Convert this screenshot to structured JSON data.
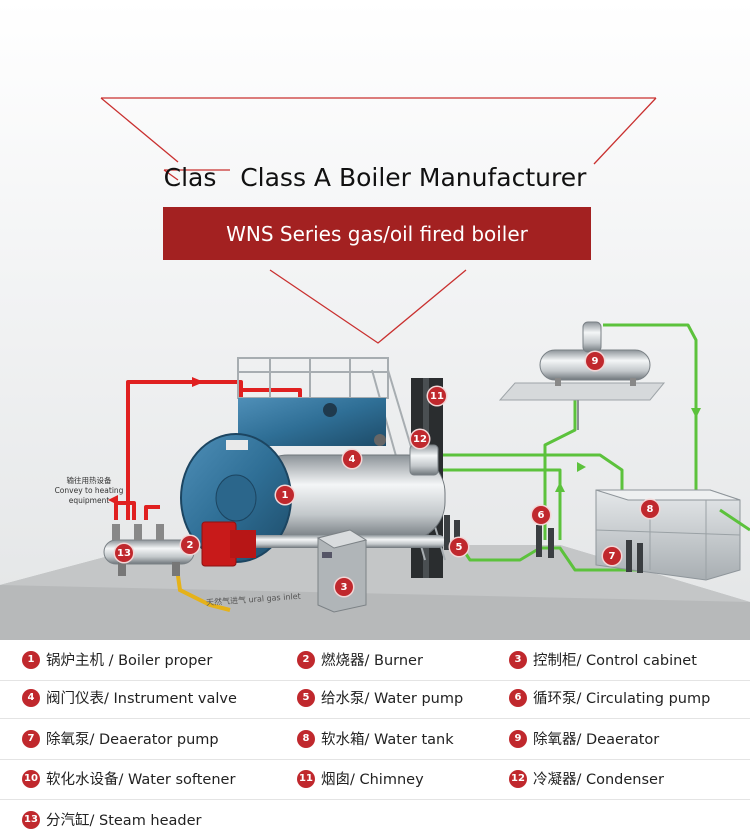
{
  "header": {
    "title": "Clas   Class A Boiler Manufacturer",
    "banner": "WNS Series gas/oil fired boiler"
  },
  "diagram": {
    "convey_cn": "输往用热设备",
    "convey_en": "Convey to heating equipment",
    "gas_inlet": "天然气进气 ural gas inlet",
    "markers": [
      "1",
      "2",
      "3",
      "4",
      "5",
      "6",
      "7",
      "8",
      "9",
      "11",
      "12",
      "13"
    ]
  },
  "legend": [
    {
      "num": "1",
      "label": "锅炉主机 / Boiler proper"
    },
    {
      "num": "2",
      "label": "燃烧器/ Burner"
    },
    {
      "num": "3",
      "label": "控制柜/ Control cabinet"
    },
    {
      "num": "4",
      "label": "阀门仪表/ Instrument valve"
    },
    {
      "num": "5",
      "label": "给水泵/ Water pump"
    },
    {
      "num": "6",
      "label": "循环泵/ Circulating pump"
    },
    {
      "num": "7",
      "label": "除氧泵/ Deaerator pump"
    },
    {
      "num": "8",
      "label": "软水箱/ Water tank"
    },
    {
      "num": "9",
      "label": "除氧器/ Deaerator"
    },
    {
      "num": "10",
      "label": "软化水设备/ Water softener"
    },
    {
      "num": "11",
      "label": "烟囱/ Chimney"
    },
    {
      "num": "12",
      "label": "冷凝器/ Condenser"
    },
    {
      "num": "13",
      "label": "分汽缸/ Steam header"
    }
  ],
  "colors": {
    "accent_red": "#a32121",
    "marker_red": "#c0282d",
    "pipe_red": "#e02020",
    "pipe_green": "#5cc23c",
    "boiler_blue": "#2f6f96",
    "floor_gray": "#b7b9ba"
  }
}
